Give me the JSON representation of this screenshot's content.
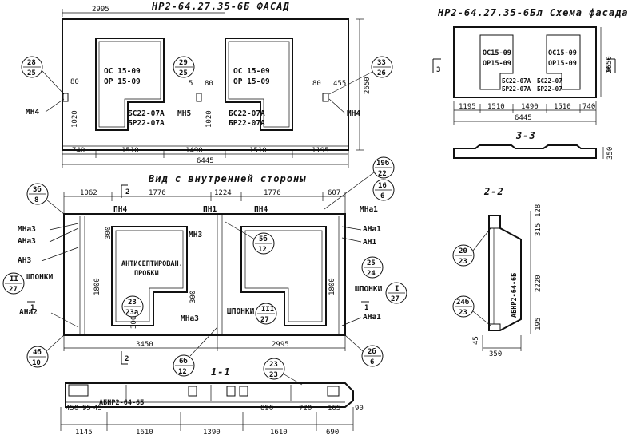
{
  "facade": {
    "title": "НР2-64.27.35-6Б ФАСАД",
    "top_left_dim": "2995",
    "win1_t1": "ОС 15-09",
    "win1_t2": "ОР 15-09",
    "win2_t1": "ОС 15-09",
    "win2_t2": "ОР 15-09",
    "door1_t1": "БС22-07А",
    "door1_t2": "БР22-07А",
    "door2_t1": "БС22-07А",
    "door2_t2": "БР22-07А",
    "mn4_left": "МН4",
    "mn4_right": "МН4",
    "mn5": "МН5",
    "ref_28": "28",
    "ref_25a": "25",
    "ref_29": "29",
    "ref_25b": "25",
    "ref_33": "33",
    "ref_26": "26",
    "d80a": "80",
    "d80b": "80",
    "d5": "5",
    "d80c": "80",
    "d455": "455",
    "d1020a": "1020",
    "d1020b": "1020",
    "d2650": "2650",
    "bot": [
      "740",
      "1510",
      "1490",
      "1510",
      "1195"
    ],
    "total": "6445"
  },
  "scheme": {
    "title": "НР2-64.27.35-6Бл Схема фасада",
    "w1a": "ОС15-09",
    "w1b": "ОР15-09",
    "w2a": "ОС15-09",
    "w2b": "ОР15-09",
    "d1a": "БС22-07А",
    "d1b": "БР22-07А",
    "d2a": "БС22-07",
    "d2b": "БР22-07",
    "mark": "3",
    "h": "2650",
    "bot": [
      "1195",
      "1510",
      "1490",
      "1510",
      "740"
    ],
    "total": "6445",
    "sec_title": "3-3",
    "sec_dim": "350"
  },
  "inner": {
    "title": "Вид с внутренней стороны",
    "top": [
      "1062",
      "1776",
      "1224",
      "1776",
      "607"
    ],
    "top_mark": "2",
    "pn4a": "ПН4",
    "pn4b": "ПН4",
    "pn1": "ПН1",
    "mna3a": "МНа3",
    "mna3b": "МНа3",
    "mn3": "МН3",
    "ah3": "АН3",
    "antisep1": "АНТИСЕПТИРОВАН.",
    "antisep2": "ПРОБКИ",
    "shponki_l": "ШПОНКИ",
    "shponki_m": "ШПОНКИ",
    "shponki_r": "ШПОНКИ",
    "ana2": "АНа2",
    "ana3": "АНа3",
    "mna1": "МНа1",
    "ana1a": "АНа1",
    "an1": "АН1",
    "ana1b": "АНа1",
    "r_3b": "3б",
    "r_8": "8",
    "r_2a": "II",
    "r_27a": "27",
    "r_4b": "4б",
    "r_10": "10",
    "r_19b": "19б",
    "r_22": "22",
    "r_16": "16",
    "r_6a": "6",
    "r_5b": "5б",
    "r_12a": "12",
    "r_25": "25",
    "r_24": "24",
    "r_1": "I",
    "r_27b": "27",
    "r_23": "23",
    "r_23a": "23а",
    "r_3": "III",
    "r_27c": "27",
    "r_6b2": "6б",
    "r_12b": "12",
    "r_2b": "2б",
    "r_6b": "6",
    "d300a": "300",
    "d1800a": "1800",
    "d300b": "300",
    "d300c": "300",
    "d1800b": "1800",
    "mark_1": "1",
    "bot": [
      "3450",
      "2995"
    ],
    "bot_mark": "2"
  },
  "sec22": {
    "title": "2-2",
    "r_20": "20",
    "r_23a": "23",
    "r_24b": "24б",
    "r_23b": "23",
    "label": "АБНР2-64-6Б",
    "d128": "128",
    "d315": "315",
    "d2220": "2220",
    "d195": "195",
    "d45": "45",
    "d350": "350"
  },
  "sec11": {
    "title": "1-1",
    "r_23a": "23",
    "r_23b": "23",
    "label": "АБНР2-64-6Б",
    "top_dims": [
      "890",
      "720",
      "165",
      "90"
    ],
    "small_dims": [
      "450",
      "95",
      "45"
    ],
    "bot": [
      "1145",
      "1610",
      "1390",
      "1610",
      "690"
    ]
  }
}
